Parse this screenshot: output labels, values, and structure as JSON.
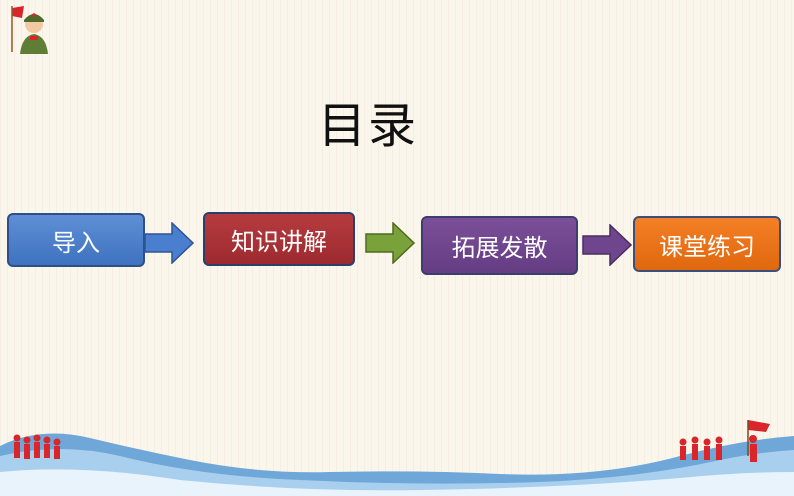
{
  "slide": {
    "title": "目录",
    "steps": [
      {
        "label": "导入",
        "color": "#4a7fcf"
      },
      {
        "label": "知识讲解",
        "color": "#a8323a"
      },
      {
        "label": "拓展发散",
        "color": "#6f468d"
      },
      {
        "label": "课堂练习",
        "color": "#f07318"
      }
    ],
    "arrow_colors": [
      "#4a7fcf",
      "#7aa23a",
      "#6f468d"
    ],
    "icons": {
      "logo": "soldier-emblem-icon",
      "footer": "red-flag-runners-icon"
    }
  }
}
